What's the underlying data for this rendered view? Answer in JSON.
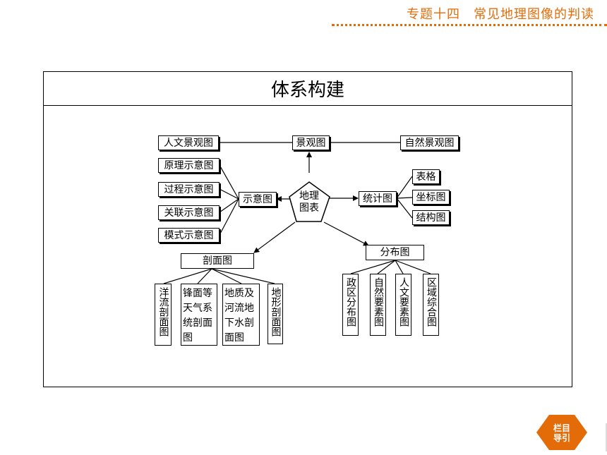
{
  "header": {
    "title": "专题十四　常见地理图像的判读"
  },
  "panel": {
    "title": "体系构建"
  },
  "center": {
    "label_line1": "地理",
    "label_line2": "图表"
  },
  "top_group": {
    "center": "景观图",
    "left": "人文景观图",
    "right": "自然景观图"
  },
  "left_group": {
    "hub": "示意图",
    "items": [
      "原理示意图",
      "过程示意图",
      "关联示意图",
      "模式示意图"
    ]
  },
  "right_group": {
    "hub": "统计图",
    "items": [
      "表格",
      "坐标图",
      "结构图"
    ]
  },
  "section_group": {
    "hub": "剖面图",
    "items": [
      "洋流剖面图",
      "锋面等天气系统剖面图",
      "地质及河流地下水剖面图",
      "地形剖面图"
    ]
  },
  "distribution_group": {
    "hub": "分布图",
    "items": [
      "政区分布图",
      "自然要素图",
      "人文要素图",
      "区域综合图"
    ]
  },
  "nav": {
    "label": "栏目\n导引"
  }
}
